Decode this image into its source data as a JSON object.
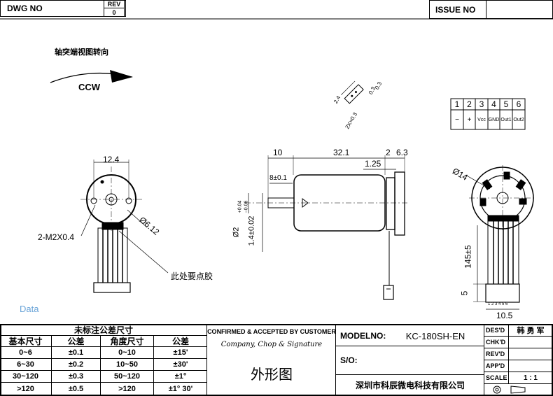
{
  "top_left": {
    "dwg_label": "DWG  NO",
    "rev_label": "REV",
    "rev_value": "0"
  },
  "top_right": {
    "issue_label": "ISSUE  NO"
  },
  "view_note": {
    "title": "轴突端视图转向",
    "direction": "CCW"
  },
  "pin_table": {
    "numbers": [
      "1",
      "2",
      "3",
      "4",
      "5",
      "6"
    ],
    "signals": [
      "−",
      "+",
      "Vcc",
      "GND",
      "Out1",
      "Out2"
    ]
  },
  "dims": {
    "pin_w": "2.4",
    "pin_t": "0.3",
    "pin_gap": "0.3",
    "pin_x": "2X×0.3",
    "d10": "10",
    "d321": "32.1",
    "d2": "2",
    "d63": "6.3",
    "d125": "1.25",
    "d8": "8±0.1",
    "shaft_d": "Ø2",
    "shaft_tol_up": "+0.04",
    "shaft_tol_dn": "−0.06",
    "d14v": "1.4±0.02",
    "d124": "12.4",
    "m2": "2-M2X0.4",
    "d612": "Ø6.12",
    "d14": "Ø14",
    "d145": "145±5",
    "d5": "5",
    "d105": "10.5",
    "conn_pins": "1 2 3 4 5 6",
    "glue_note": "此处要点胶"
  },
  "watermark": "Data",
  "tolerance_table": {
    "title": "未标注公差尺寸",
    "headers": [
      "基本尺寸",
      "公差",
      "角度尺寸",
      "公差"
    ],
    "rows": [
      [
        "0~6",
        "±0.1",
        "0~10",
        "±15'"
      ],
      [
        "6~30",
        "±0.2",
        "10~50",
        "±30'"
      ],
      [
        "30~120",
        "±0.3",
        "50~120",
        "±1°"
      ],
      [
        ">120",
        "±0.5",
        ">120",
        "±1° 30'"
      ]
    ]
  },
  "confirm": {
    "line1": "CONFIRMED & ACCEPTED BY CUSTOMER",
    "line2": "Company, Chop & Signature",
    "outline": "外形图"
  },
  "model": {
    "label": "MODELNO:",
    "value": "KC-180SH-EN",
    "so_label": "S/O:",
    "company": "深圳市科辰微电科技有限公司"
  },
  "sign": {
    "des_label": "DES'D",
    "des_value": "韩 勇 军",
    "chk_label": "CHK'D",
    "rev_label": "REV'D",
    "app_label": "APP'D",
    "scale_label": "SCALE",
    "scale_value": "1 : 1"
  }
}
